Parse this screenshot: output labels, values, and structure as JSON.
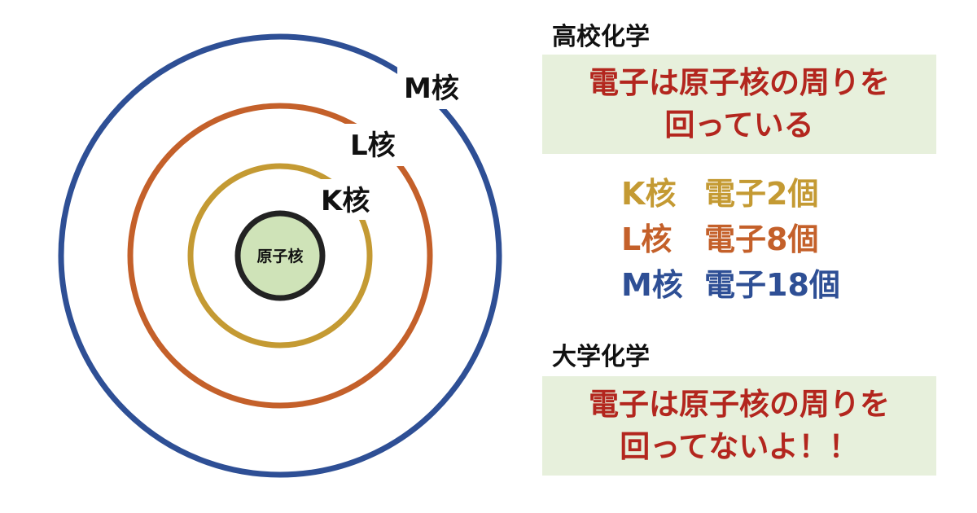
{
  "diagram": {
    "nucleus": {
      "label": "原子核",
      "fill": "#cfe3b8",
      "stroke": "#222222"
    },
    "shells": [
      {
        "label": "K核",
        "color": "#c49a33"
      },
      {
        "label": "L核",
        "color": "#c4602a"
      },
      {
        "label": "M核",
        "color": "#2e4f95"
      }
    ]
  },
  "high_school": {
    "heading": "高校化学",
    "statement_lines": [
      "電子は原子核の周りを",
      "回っている"
    ],
    "statement_color": "#b3261e",
    "box_color": "#e7f0dc"
  },
  "shell_list": [
    {
      "shell": "K核",
      "electrons": "電子2個",
      "color": "#c49a33"
    },
    {
      "shell": "L核",
      "electrons": "電子8個",
      "color": "#c4602a"
    },
    {
      "shell": "M核",
      "electrons": "電子18個",
      "color": "#2e4f95"
    }
  ],
  "university": {
    "heading": "大学化学",
    "statement_lines": [
      "電子は原子核の周りを",
      "回ってないよ！！"
    ],
    "statement_color": "#b3261e",
    "box_color": "#e7f0dc"
  }
}
